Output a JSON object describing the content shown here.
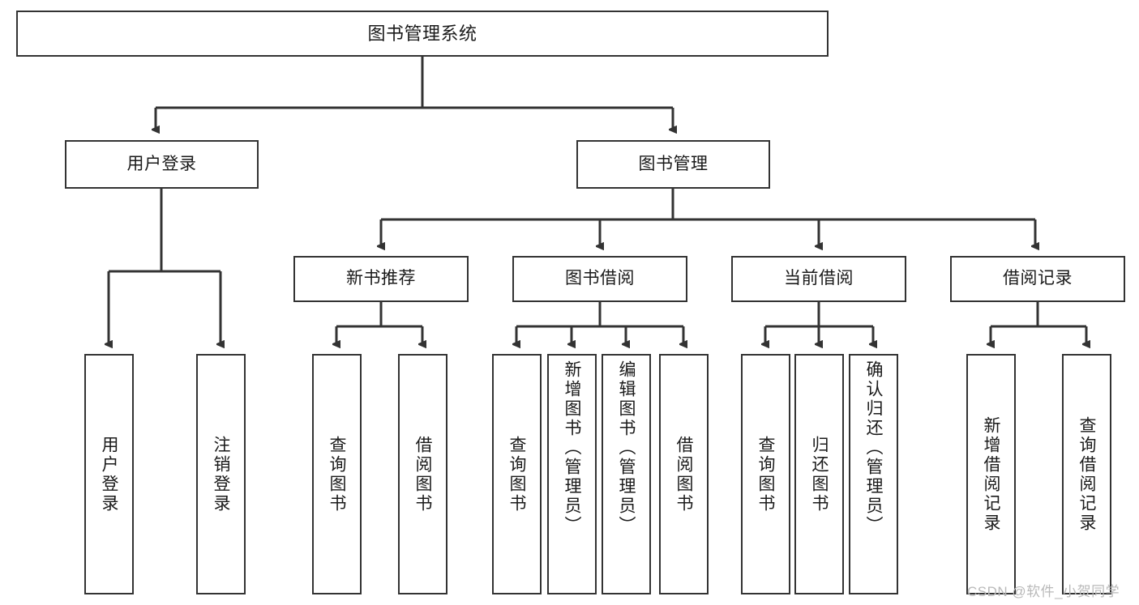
{
  "diagram": {
    "title": "图书管理系统",
    "type": "tree-hierarchy",
    "colors": {
      "background": "#ffffff",
      "box_border": "#333333",
      "box_fill": "#ffffff",
      "edge": "#333333",
      "text": "#1a1a1a",
      "watermark": "#b9b9b9"
    },
    "root": {
      "label": "图书管理系统"
    },
    "level1": [
      {
        "label": "用户登录"
      },
      {
        "label": "图书管理"
      }
    ],
    "level2": [
      {
        "label": "新书推荐"
      },
      {
        "label": "图书借阅"
      },
      {
        "label": "当前借阅"
      },
      {
        "label": "借阅记录"
      }
    ],
    "leaves": {
      "user_login": [
        {
          "label": "用户登录"
        },
        {
          "label": "注销登录"
        }
      ],
      "new_book_recommend": [
        {
          "label": "查询图书"
        },
        {
          "label": "借阅图书"
        }
      ],
      "book_borrow": [
        {
          "label": "查询图书"
        },
        {
          "label": "新增图书（管理员）"
        },
        {
          "label": "编辑图书（管理员）"
        },
        {
          "label": "借阅图书"
        }
      ],
      "current_borrow": [
        {
          "label": "查询图书"
        },
        {
          "label": "归还图书"
        },
        {
          "label": "确认归还（管理员）"
        }
      ],
      "borrow_record": [
        {
          "label": "新增借阅记录"
        },
        {
          "label": "查询借阅记录"
        }
      ]
    }
  },
  "watermark": {
    "text": "CSDN @软件_小贺同学"
  }
}
